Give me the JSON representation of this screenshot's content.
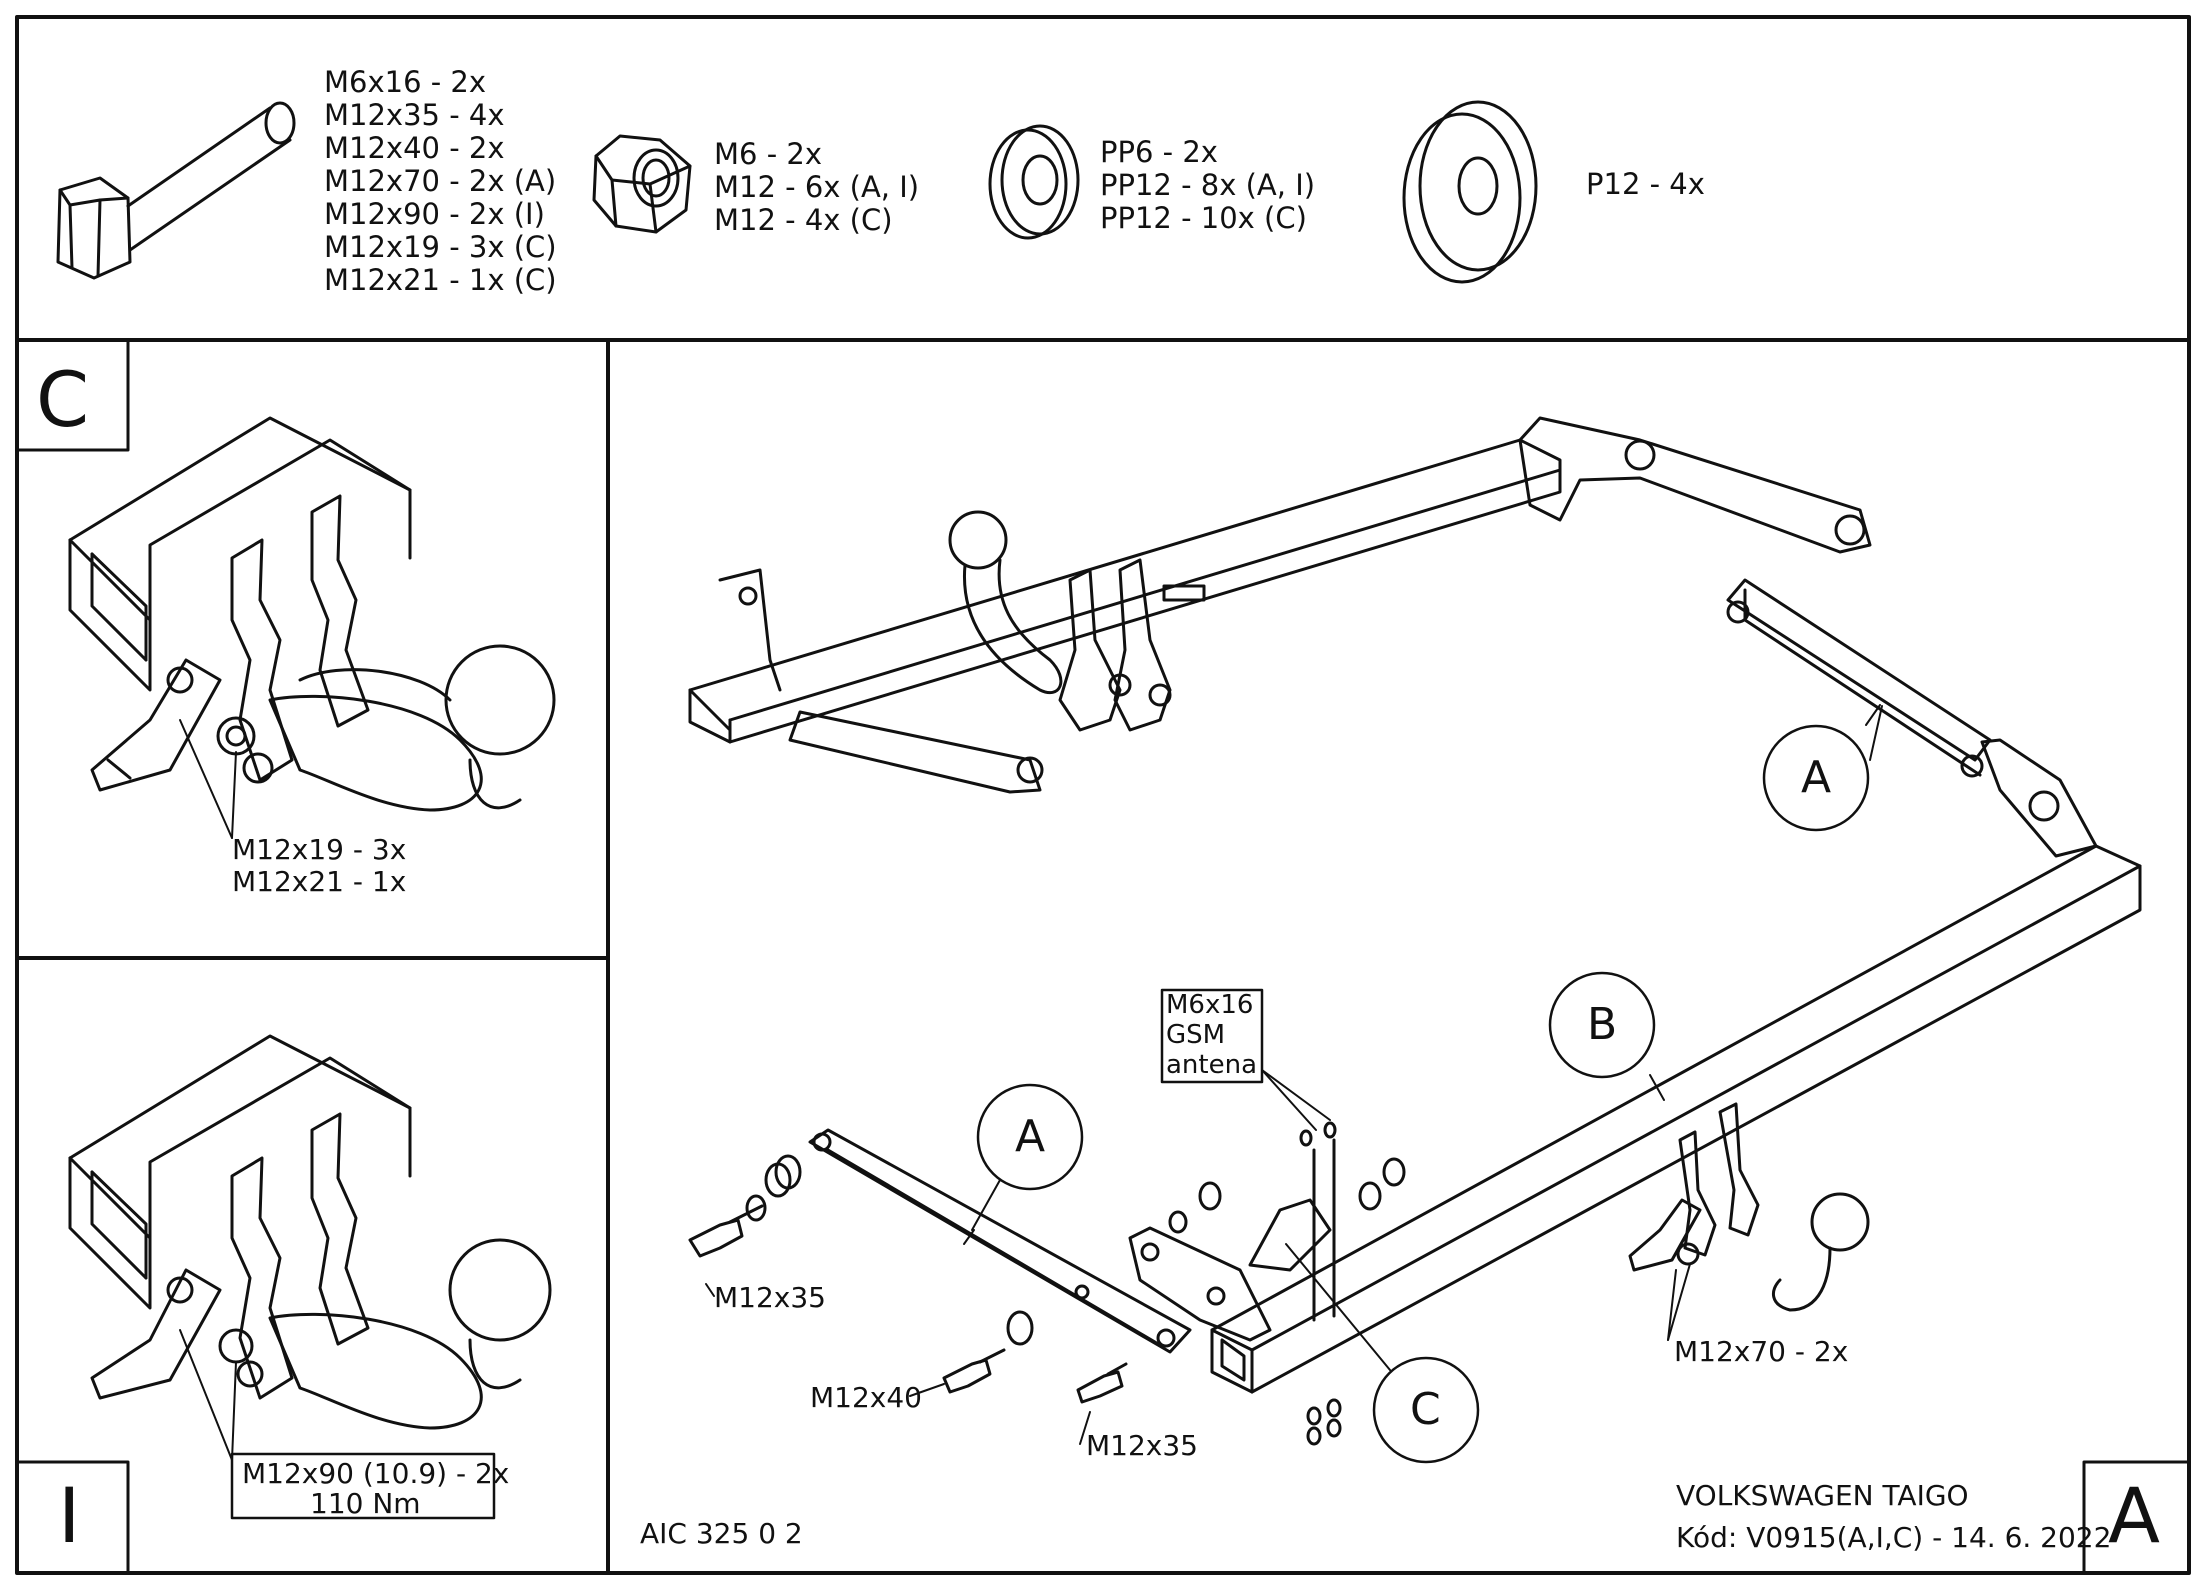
{
  "hardware": {
    "bolts": [
      "M6x16 - 2x",
      "M12x35 - 4x",
      "M12x40 - 2x",
      "M12x70 - 2x (A)",
      "M12x90 - 2x (I)",
      "M12x19 - 3x (C)",
      "M12x21 - 1x (C)"
    ],
    "nuts": [
      "M6 - 2x",
      "M12 - 6x (A, I)",
      "M12 - 4x (C)"
    ],
    "washers": [
      "PP6 - 2x",
      "PP12 - 8x (A, I)",
      "PP12 - 10x (C)"
    ],
    "large_washer": "P12 - 4x"
  },
  "panel_c": {
    "letter": "C",
    "label_1": "M12x19 - 3x",
    "label_2": "M12x21 - 1x"
  },
  "panel_i": {
    "letter": "I",
    "label_1": "M12x90 (10.9) - 2x",
    "label_2": "110 Nm"
  },
  "main": {
    "gsm_box": [
      "M6x16",
      "GSM",
      "antena"
    ],
    "circle_a1": "A",
    "circle_a2": "A",
    "circle_b": "B",
    "circle_c": "C",
    "label_m12x35_left": "M12x35",
    "label_m12x40": "M12x40",
    "label_m12x35_bottom": "M12x35",
    "label_m12x70": "M12x70 - 2x",
    "drawing_no": "AIC 325 0 2",
    "vehicle": "VOLKSWAGEN TAIGO",
    "code": "Kód: V0915(A,I,C) - 14. 6. 2022",
    "letter": "A"
  }
}
